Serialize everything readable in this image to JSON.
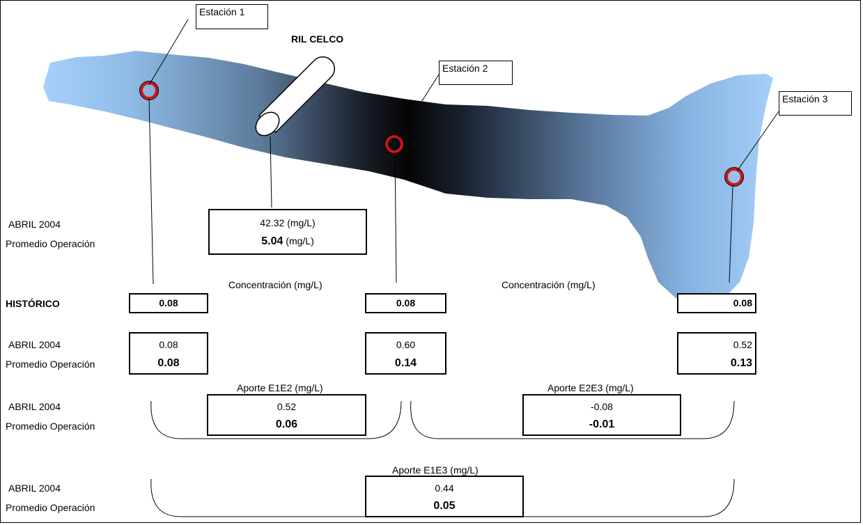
{
  "stations": {
    "e1": "Estación 1",
    "e2": "Estación 2",
    "e3": "Estación 3"
  },
  "ril_label": "RIL CELCO",
  "row_labels": {
    "abril": "ABRIL 2004",
    "promedio": "Promedio Operación",
    "historico": "HISTÓRICO"
  },
  "ril_box": {
    "abril_value": "42.32",
    "abril_unit": "(mg/L)",
    "promedio_value": "5.04",
    "promedio_unit": "(mg/L)"
  },
  "concentration_header": "Concentración (mg/L)",
  "historico": {
    "e1": "0.08",
    "e2": "0.08",
    "e3": "0.08"
  },
  "abril": {
    "e1": "0.08",
    "e2": "0.60",
    "e3": "0.52"
  },
  "promedio": {
    "e1": "0.08",
    "e2": "0.14",
    "e3": "0.13"
  },
  "aporte_e1e2": {
    "title": "Aporte E1E2 (mg/L)",
    "abril": "0.52",
    "promedio": "0.06"
  },
  "aporte_e2e3": {
    "title": "Aporte E2E3 (mg/L)",
    "abril": "-0.08",
    "promedio": "-0.01"
  },
  "aporte_e1e3": {
    "title": "Aporte E1E3 (mg/L)",
    "abril": "0.44",
    "promedio": "0.05"
  },
  "colors": {
    "water_light": "#9ccaf7",
    "water_mid": "#7fa8d6",
    "water_dark": "#0a0a0a",
    "station_ring": "#d0141a"
  }
}
